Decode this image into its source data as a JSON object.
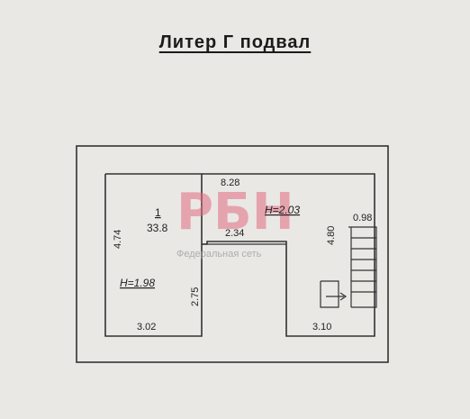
{
  "title": "Литер Г подвал",
  "rooms": [
    {
      "number": "1",
      "area": "33.8",
      "height": "H=1.98"
    },
    {
      "height": "H=2.03"
    }
  ],
  "dimensions": {
    "top_width": "8.28",
    "room1_left": "4.74",
    "room1_bottom": "3.02",
    "inner_vertical": "2.75",
    "inner_top": "2.34",
    "right_vertical": "4.80",
    "stair_width": "0.98",
    "bottom_right": "3.10"
  },
  "watermark": {
    "logo": "РБН",
    "caption": "Федеральная сеть"
  }
}
